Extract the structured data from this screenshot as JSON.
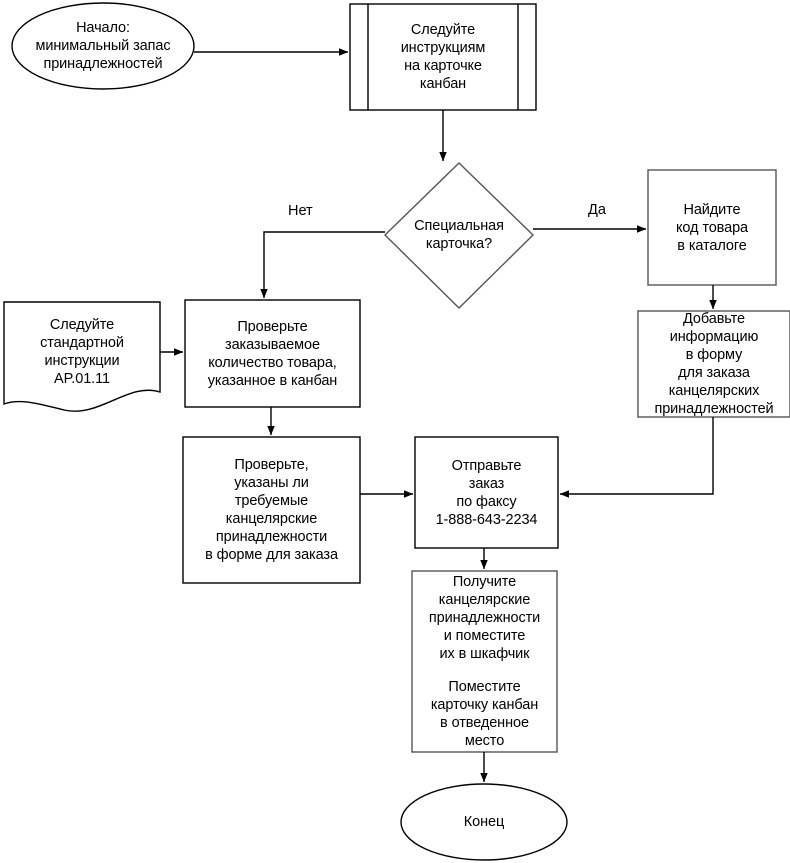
{
  "diagram": {
    "title": "Kanban office supplies ordering flowchart",
    "language": "ru",
    "colors": {
      "stroke": "#000000",
      "stroke_gray": "#555555",
      "fill": "#ffffff",
      "text": "#000000"
    },
    "nodes": {
      "start": {
        "shape": "ellipse",
        "text": "Начало:\nминимальный запас\nпринадлежностей"
      },
      "follow_kanban": {
        "shape": "predefined-process",
        "text": "Следуйте\nинструкциям\nна карточке\nканбан"
      },
      "decision_special_card": {
        "shape": "diamond",
        "text": "Специальная\nкарточка?"
      },
      "find_code": {
        "shape": "process",
        "text": "Найдите\nкод товара\nв каталоге"
      },
      "add_info": {
        "shape": "process",
        "text": "Добавьте\nинформацию\nв форму\nдля заказа\nканцелярских\nпринадлежностей"
      },
      "standard_instruction": {
        "shape": "document",
        "text": "Следуйте\nстандартной\nинструкции\nAP.01.11"
      },
      "check_quantity": {
        "shape": "process",
        "text": "Проверьте\nзаказываемое\nколичество товара,\nуказанное в канбан"
      },
      "check_form": {
        "shape": "process",
        "text": "Проверьте,\nуказаны ли\nтребуемые\nканцелярские\nпринадлежности\nв форме для заказа"
      },
      "send_fax": {
        "shape": "process",
        "text": "Отправьте\nзаказ\nпо факсу\n1-888-643-2234",
        "fax_number": "1-888-643-2234"
      },
      "receive_store": {
        "shape": "process",
        "paragraph_1": "Получите\nканцелярские\nпринадлежности\nи поместите\nих в шкафчик",
        "paragraph_2": "Поместите\nкарточку канбан\nв отведенное\nместо"
      },
      "end": {
        "shape": "ellipse",
        "text": "Конец"
      }
    },
    "edge_labels": {
      "no": "Нет",
      "yes": "Да"
    }
  }
}
